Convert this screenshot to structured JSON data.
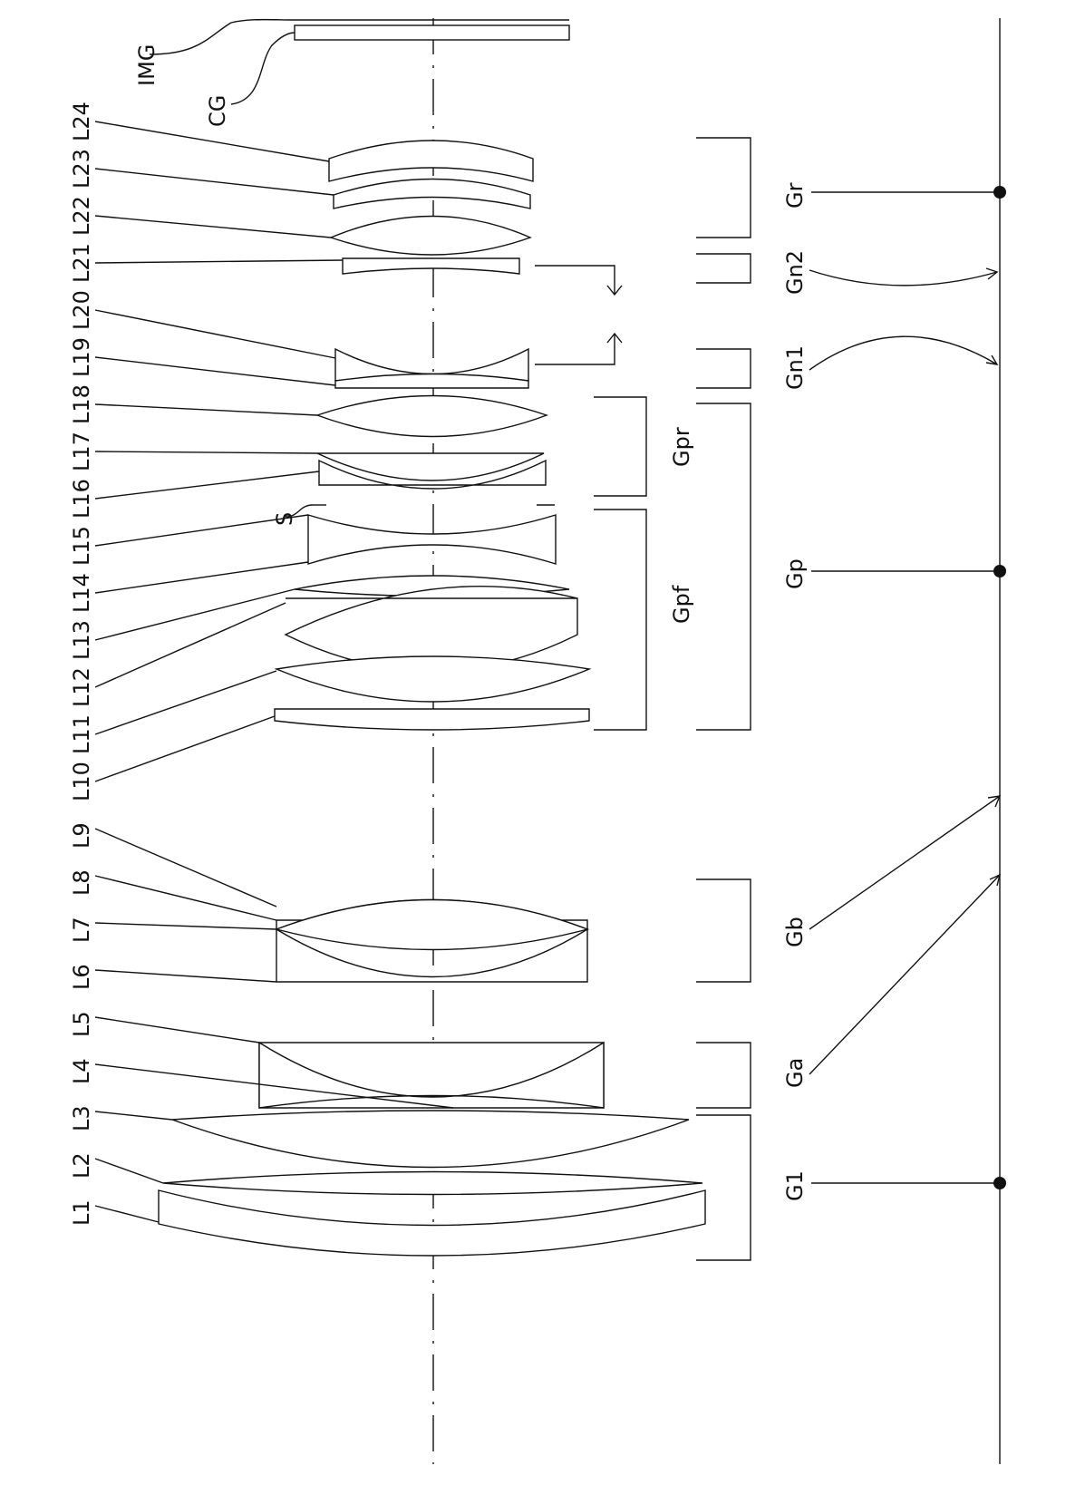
{
  "lens_labels": [
    "L1",
    "L2",
    "L3",
    "L4",
    "L5",
    "L6",
    "L7",
    "L8",
    "L9",
    "L10",
    "L11",
    "L12",
    "L13",
    "L14",
    "L15",
    "L16",
    "L17",
    "L18",
    "L19",
    "L20",
    "L21",
    "L22",
    "L23",
    "L24"
  ],
  "other_labels": {
    "img": "IMG",
    "cg": "CG",
    "stop": "S"
  },
  "groups": {
    "gr": "Gr",
    "gn2": "Gn2",
    "gn1": "Gn1",
    "gp": "Gp",
    "gpr": "Gpr",
    "gpf": "Gpf",
    "gb": "Gb",
    "ga": "Ga",
    "g1": "G1"
  }
}
